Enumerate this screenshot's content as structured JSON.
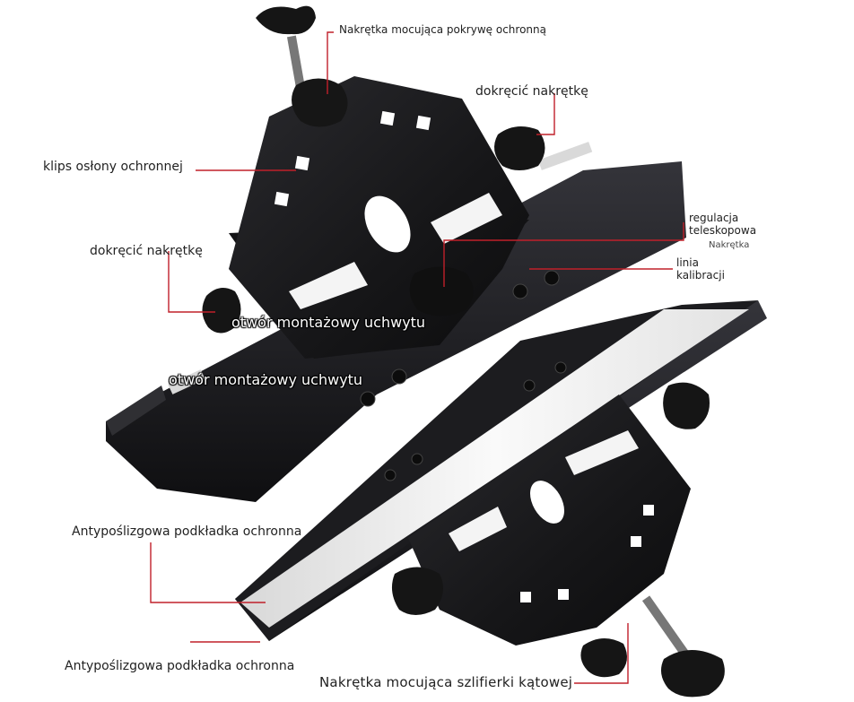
{
  "labels": {
    "cover_nut": "Nakrętka mocująca pokrywę ochronną",
    "tighten_right": "dokręcić nakrętkę",
    "guard_clip": "klips osłony ochronnej",
    "tighten_left": "dokręcić nakrętkę",
    "telescopic_line1": "regulacja",
    "telescopic_line2": "teleskopowa",
    "nut_small": "Nakrętka",
    "calibration_line1": "linia",
    "calibration_line2": "kalibracji",
    "mount_hole_1": "otwór montażowy uchwytu",
    "mount_hole_2": "otwór montażowy uchwytu",
    "antislip_top": "Antypoślizgowa podkładka ochronna",
    "antislip_bottom": "Antypoślizgowa podkładka ochronna",
    "grinder_nut": "Nakrętka mocująca szlifierki kątowej"
  },
  "colors": {
    "leader": "#c0202a",
    "metal": "#1b1b1d",
    "metal_edge": "#3a3a3e",
    "pad": "#f2f2f2",
    "cutout": "#ffffff"
  }
}
